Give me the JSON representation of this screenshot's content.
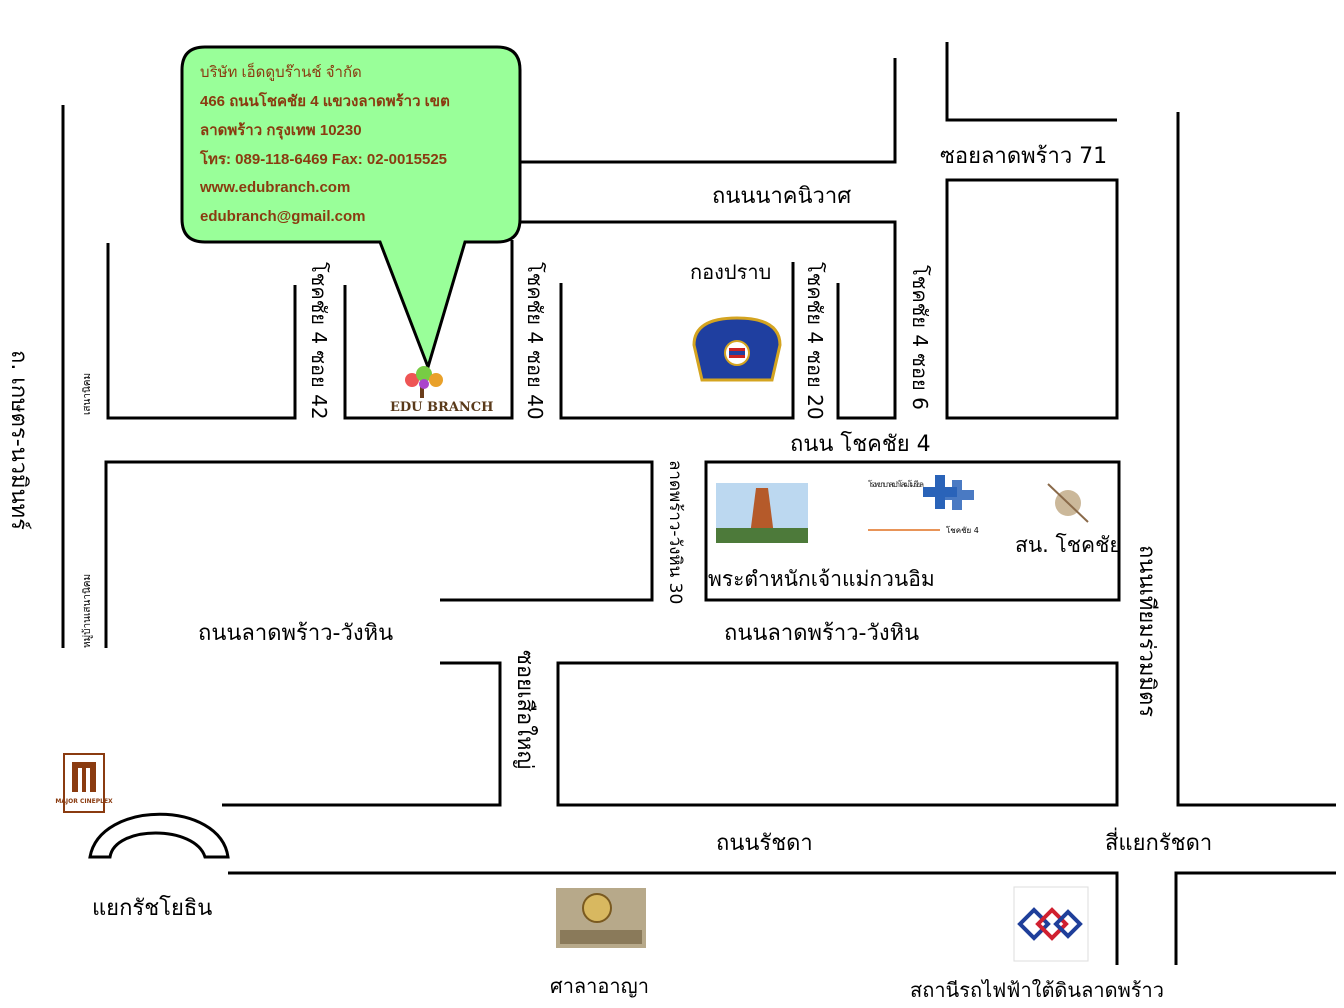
{
  "callout": {
    "company": "บริษัท เอ็ดดูบร๊านช์ จำกัด",
    "address_1": "466 ถนนโชคชัย 4 แขวงลาดพร้าว เขต",
    "address_2": "ลาดพร้าว กรุงเทพ 10230",
    "phone": "โทร: 089-118-6469 Fax: 02-0015525",
    "website": "www.edubranch.com",
    "email": "edubranch@gmail.com",
    "fill_color": "#99ff99",
    "text_color": "#8a3b10"
  },
  "roads": {
    "nak_niwat": "ถนนนาคนิวาศ",
    "soi_ladprao_71": "ซอยลาดพร้าว 71",
    "chokchai4": "ถนน โชคชัย 4",
    "ladprao_wanghin_left": "ถนนลาดพร้าว-วังหิน",
    "ladprao_wanghin_right": "ถนนลาดพร้าว-วังหิน",
    "ratchada": "ถนนรัชดา",
    "kaset_nawamin": "ถ. เกษตร-นวมินทร์",
    "tiam_ruammit": "ถนนเทียมร่วมมิตร",
    "soi42": "โชคชัย 4 ซอย 42",
    "soi40": "โชคชัย 4 ซอย 40",
    "soi20": "โชคชัย 4 ซอย 20",
    "soi6": "โชคชัย 4 ซอย 6",
    "wanghin30": "ลาดพร้าว-วังหิน 30",
    "soi_suea_yai": "ซอยเสือใหญ่",
    "sena_nikhom": "เสนานิคม",
    "mooban_sena": "หมู่บ้านเสนานิคม"
  },
  "places": {
    "police": "กองปราบ",
    "shrine": "พระตำหนักเจ้าแม่กวนอิม",
    "police_station": "สน. โชคชัย",
    "hospital_name": "โรงพยาบาล เปาโล เมโมเรียล",
    "hospital_branch": "โชคชัย 4",
    "edubranch_logo": "EDU BRANCH",
    "major_logo": "MAJOR CINEPLEX",
    "phahon_intersection": "แยกรัชโยธิน",
    "ratchada_intersection": "สี่แยกรัชดา",
    "court": "ศาลาอาญา",
    "mrt": "สถานีรถไฟฟ้าใต้ดินลาดพร้าว"
  }
}
